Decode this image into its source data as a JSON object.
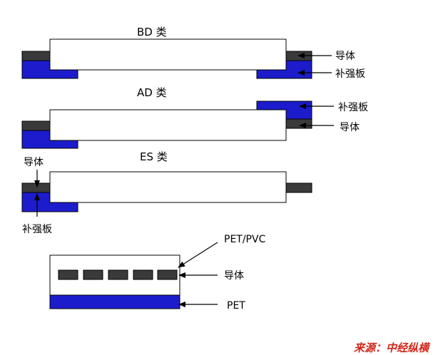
{
  "colors": {
    "conductor": "#3a3a3a",
    "stiffener": "#1c1ccc",
    "film": "#ffffff",
    "outline": "#000000",
    "source": "#d0281c"
  },
  "sections": {
    "bd": {
      "title": "BD 类",
      "conductor_label": "导体",
      "stiffener_label": "补强板"
    },
    "ad": {
      "title": "AD 类",
      "stiffener_label": "补强板",
      "conductor_label": "导体"
    },
    "es": {
      "title": "ES 类",
      "conductor_label": "导体",
      "stiffener_label": "补强板"
    },
    "cross_section": {
      "top_label": "PET/PVC",
      "conductor_label": "导体",
      "bottom_label": "PET"
    }
  },
  "source": "来源：中经纵横"
}
